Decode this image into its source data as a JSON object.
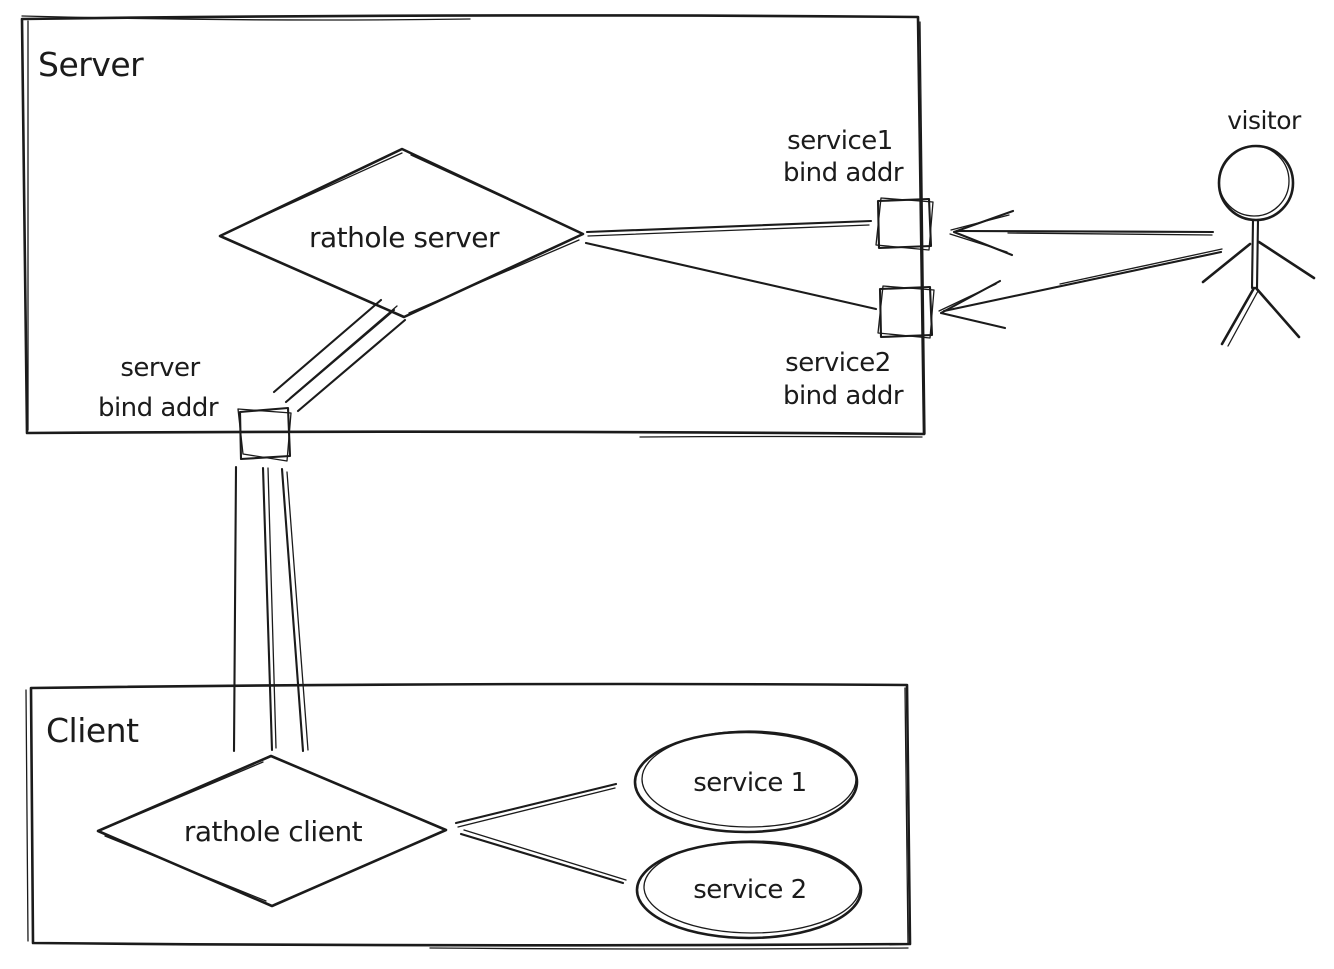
{
  "diagram": {
    "title_semantic": "rathole tunnel architecture sketch",
    "colors": {
      "ink": "#1b1b1b",
      "background": "#ffffff"
    },
    "server_box": {
      "label": "Server"
    },
    "client_box": {
      "label": "Client"
    },
    "rathole_server": {
      "label": "rathole server"
    },
    "rathole_client": {
      "label": "rathole client"
    },
    "service1_bind": {
      "line1": "service1",
      "line2": "bind addr"
    },
    "service2_bind": {
      "line1": "service2",
      "line2": "bind addr"
    },
    "server_bind": {
      "line1": "server",
      "line2": "bind addr"
    },
    "visitor": {
      "label": "visitor"
    },
    "service1_node": {
      "label": "service 1"
    },
    "service2_node": {
      "label": "service 2"
    }
  }
}
